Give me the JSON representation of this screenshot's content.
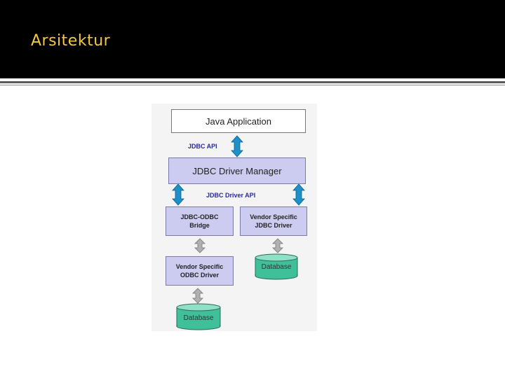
{
  "slide": {
    "title": "Arsitektur"
  },
  "diagram": {
    "java_app": "Java Application",
    "jdbc_api": "JDBC API",
    "driver_manager": "JDBC Driver Manager",
    "driver_api": "JDBC Driver API",
    "bridge": {
      "line1": "JDBC-ODBC",
      "line2": "Bridge"
    },
    "vendor_jdbc": {
      "line1": "Vendor Specific",
      "line2": "JDBC Driver"
    },
    "vendor_odbc": {
      "line1": "Vendor Specific",
      "line2": "ODBC Driver"
    },
    "database_right": "Database",
    "database_bottom": "Database"
  },
  "colors": {
    "title": "#f2c744",
    "box_fill": "#ccccf0",
    "arrow_api": "#1e90c8",
    "arrow_driver": "#a8a8a8",
    "database": "#3fbf9a"
  }
}
